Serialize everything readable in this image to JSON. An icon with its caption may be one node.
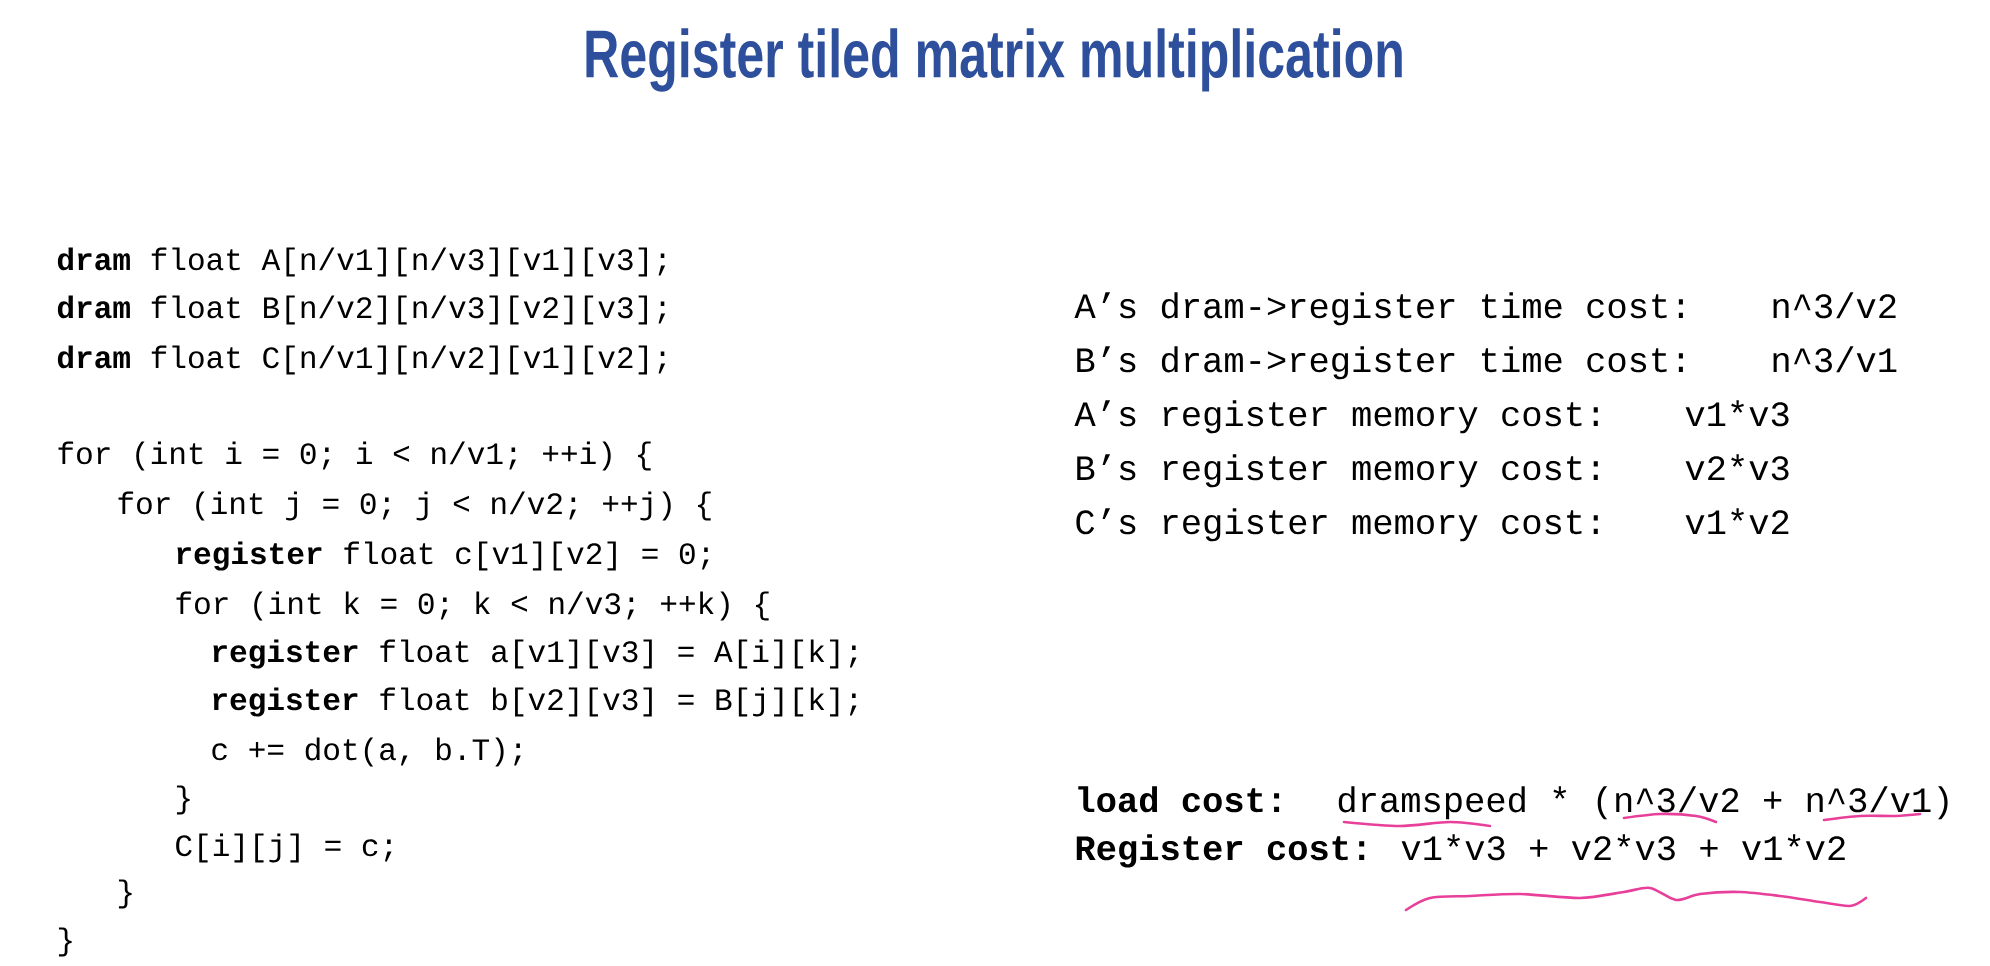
{
  "diagram": {
    "title": "Register tiled matrix multiplication",
    "labels": [
      "**dram** float A[n/v1][n/v3][v1][v3];",
      "**dram** float B[n/v2][n/v3][v2][v3];",
      "**dram** float C[n/v1][n/v2][v1][v2];",
      "for (int i = 0; i < n/v1; ++i) {",
      "for (int j = 0; j < n/v2; ++j) {",
      "**register** float c[v1][v2] = 0;",
      "for (int k = 0; k < n/v3; ++k) {",
      "**register** float a[v1][v3] = A[i][k];",
      "**register** float b[v2][v3] = B[j][k];",
      "c += dot(a, b.T);",
      "}",
      "C[i][j] = c;",
      "}",
      "}",
      "A’s dram->register time cost:",
      "n^3/v2",
      "B’s dram->register time cost:",
      "n^3/v1",
      "A’s register memory cost:",
      "v1*v3",
      "B’s register memory cost:",
      "v2*v3",
      "C’s register memory cost:",
      "v1*v2",
      "load cost:",
      "dramspeed * (n^3/v2 + n^3/v1)",
      "Register cost:",
      "v1*v3 + v2*v3 + v1*v2"
    ]
  }
}
